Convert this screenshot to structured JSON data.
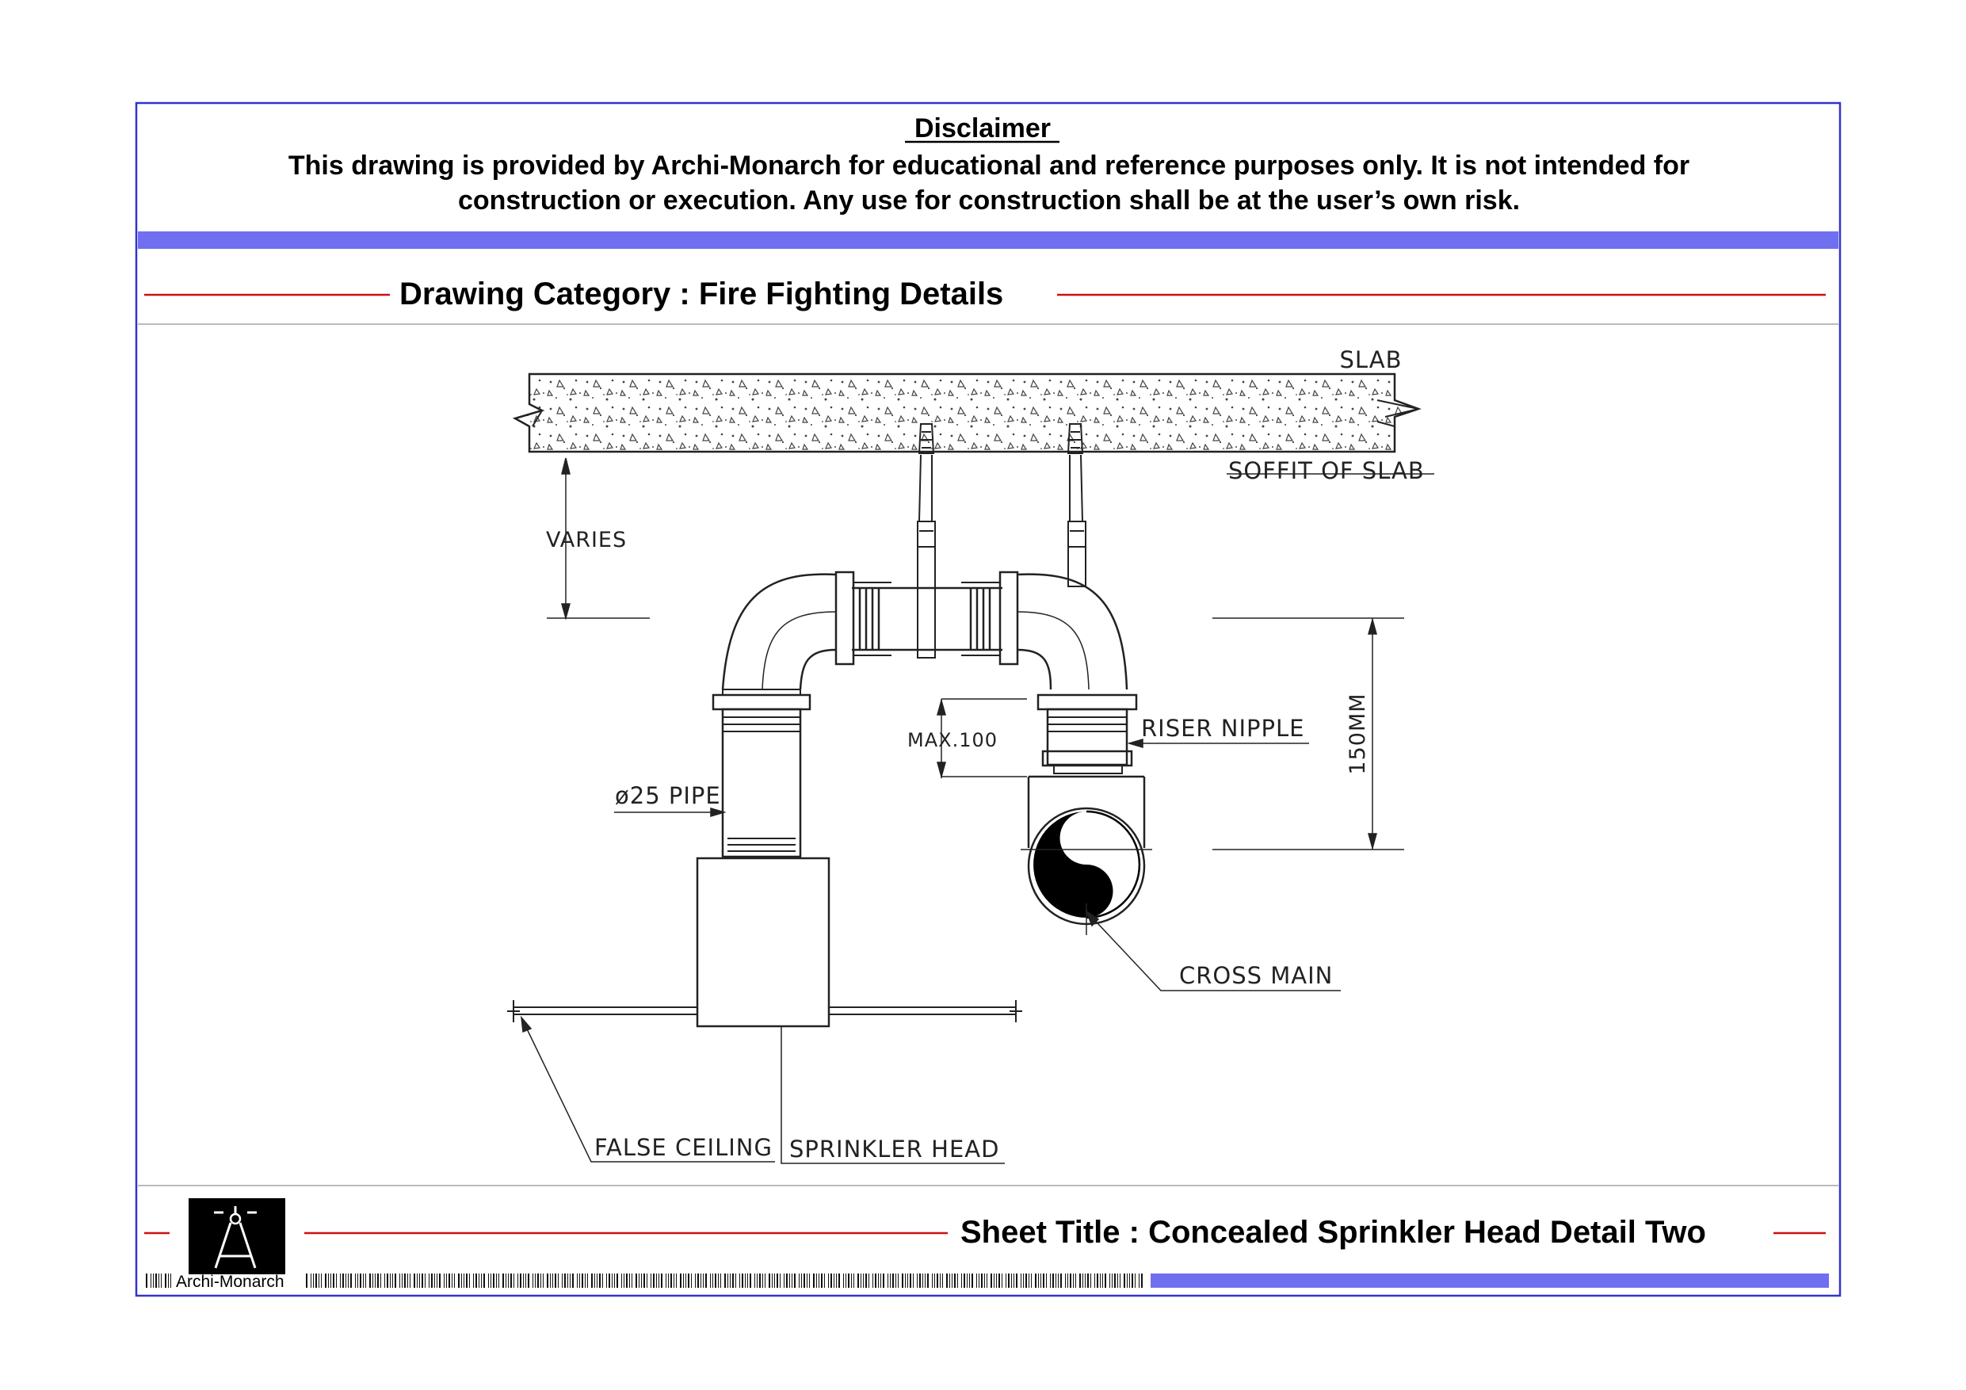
{
  "disclaimer": {
    "heading": "Disclaimer",
    "line1": "This drawing is provided by Archi-Monarch for educational and reference purposes only. It is not intended for",
    "line2": "construction or execution. Any use for construction shall be at the user’s own risk."
  },
  "category": {
    "text": "Drawing Category : Fire Fighting Details"
  },
  "drawing": {
    "labels": {
      "slab": "SLAB",
      "soffit": "SOFFIT  OF  SLAB",
      "varies": "VARIES",
      "max100": "MAX.100",
      "riser_nipple": "RISER  NIPPLE",
      "dim_150": "150MM",
      "pipe_25": "ø25  PIPE",
      "cross_main": "CROSS  MAIN",
      "false_ceiling": "FALSE  CEILING",
      "sprinkler_head": "SPRINKLER  HEAD"
    }
  },
  "footer": {
    "logo_text": "Archi-Monarch",
    "sheet_title": "Sheet Title : Concealed Sprinkler Head Detail Two"
  },
  "colors": {
    "border": "#3333cc",
    "accent_band": "#6f6ff0",
    "rule_red": "#cc1111",
    "line": "#222222"
  }
}
